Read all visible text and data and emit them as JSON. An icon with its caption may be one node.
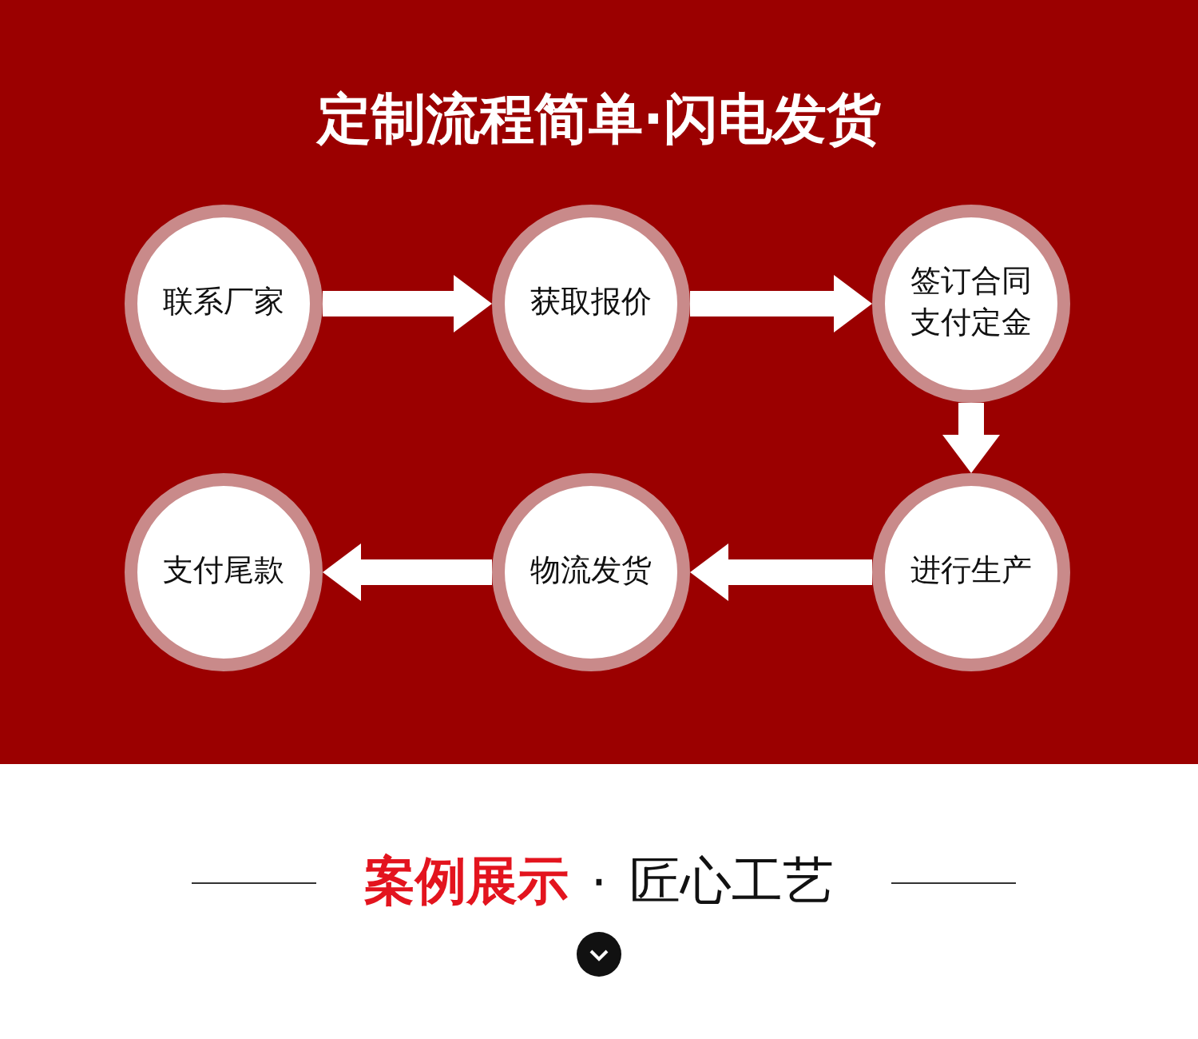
{
  "diagram": {
    "title": "定制流程简单·闪电发货",
    "nodes": [
      {
        "text": [
          "联系厂家"
        ]
      },
      {
        "text": [
          "获取报价"
        ]
      },
      {
        "text": [
          "签订合同支付定金"
        ]
      },
      {
        "text": [
          "支付尾款"
        ]
      },
      {
        "text": [
          "物流发货"
        ]
      },
      {
        "text": [
          "进行生产"
        ]
      }
    ],
    "edges": [
      {
        "from": 0,
        "to": 1,
        "arrow": "to"
      },
      {
        "from": 1,
        "to": 2,
        "arrow": "to"
      },
      {
        "from": 2,
        "to": 5,
        "arrow": "to"
      },
      {
        "from": 5,
        "to": 4,
        "arrow": "to"
      },
      {
        "from": 4,
        "to": 3,
        "arrow": "to"
      }
    ],
    "labels": [
      "案例展示",
      "·",
      "匠心工艺"
    ]
  }
}
